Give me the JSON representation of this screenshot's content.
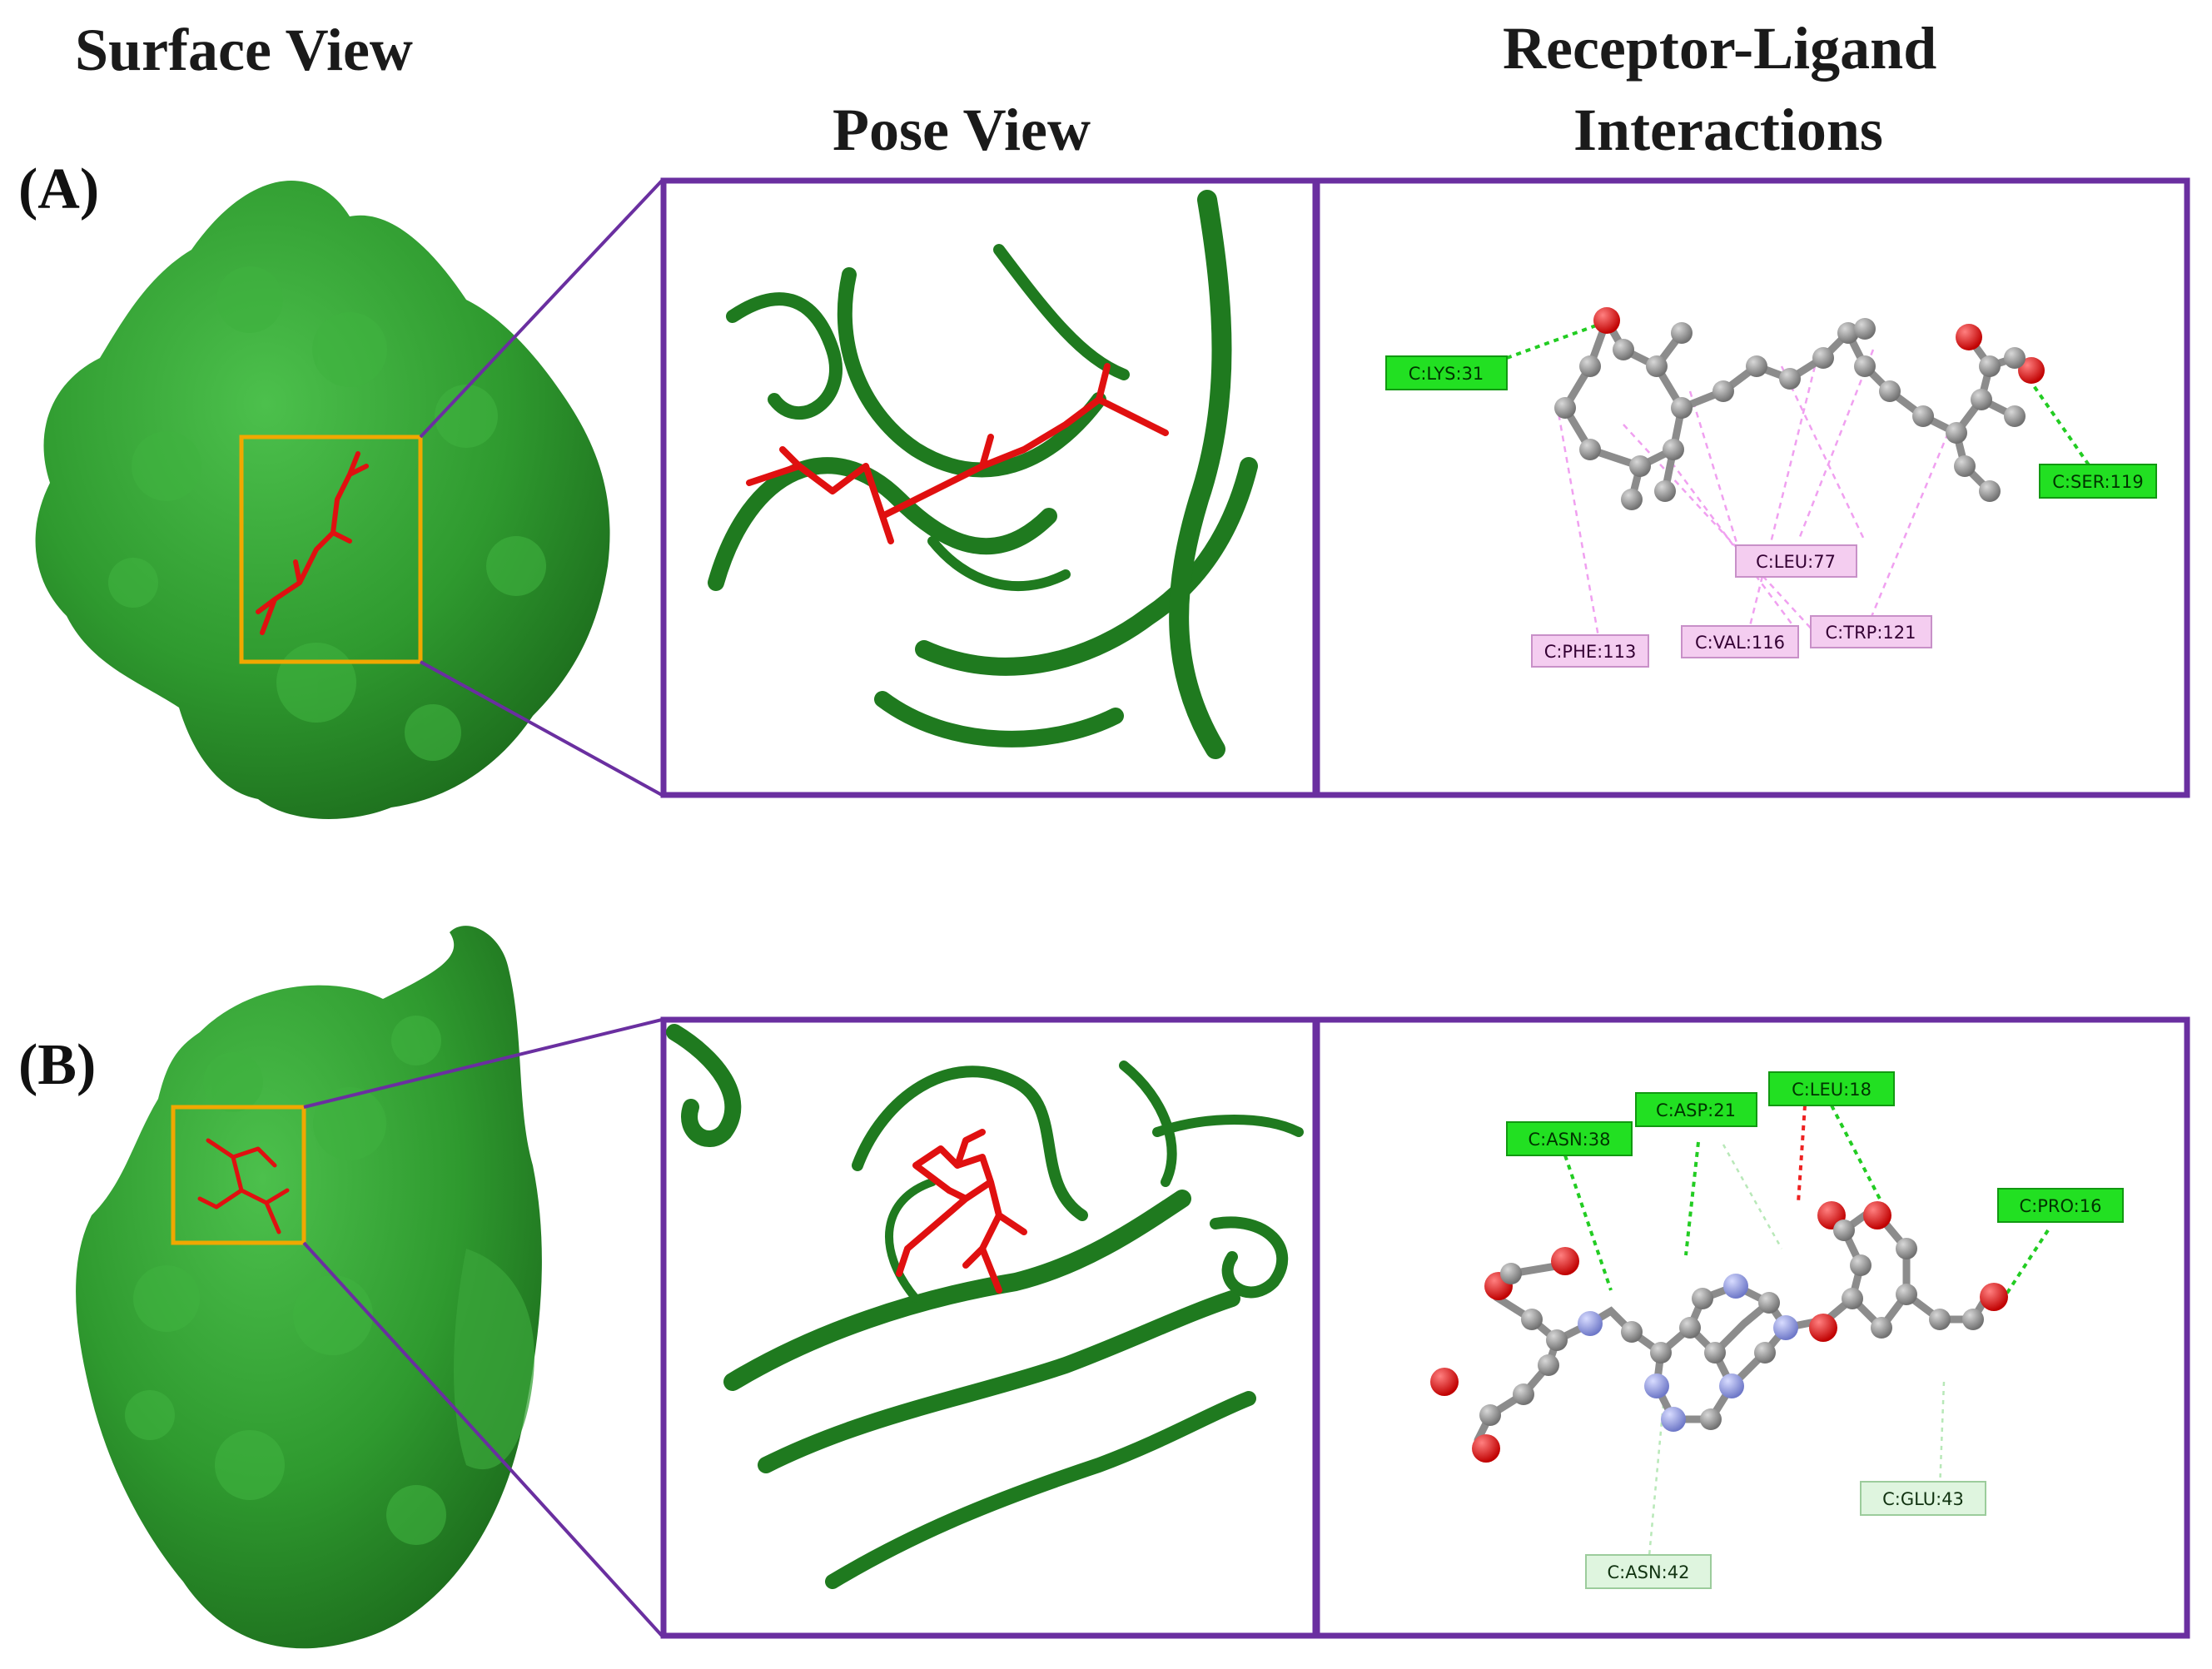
{
  "headings": {
    "surface": "Surface View",
    "pose": "Pose View",
    "interactions_line1": "Receptor-Ligand",
    "interactions_line2": "Interactions"
  },
  "panels": [
    {
      "letter": "(A)",
      "residues": [
        {
          "label": "C:LYS:31",
          "kind": "hbond"
        },
        {
          "label": "C:SER:119",
          "kind": "hbond"
        },
        {
          "label": "C:LEU:77",
          "kind": "hydrophobic"
        },
        {
          "label": "C:PHE:113",
          "kind": "hydrophobic"
        },
        {
          "label": "C:VAL:116",
          "kind": "hydrophobic"
        },
        {
          "label": "C:TRP:121",
          "kind": "hydrophobic"
        }
      ]
    },
    {
      "letter": "(B)",
      "residues": [
        {
          "label": "C:ASN:38",
          "kind": "hbond"
        },
        {
          "label": "C:ASP:21",
          "kind": "hbond"
        },
        {
          "label": "C:LEU:18",
          "kind": "hbond"
        },
        {
          "label": "C:PRO:16",
          "kind": "hbond"
        },
        {
          "label": "C:GLU:43",
          "kind": "vdw"
        },
        {
          "label": "C:ASN:42",
          "kind": "vdw"
        }
      ]
    }
  ],
  "colors": {
    "frame": "#6a2fa0",
    "highlight_box": "#f0a800",
    "protein_surface": "#2f9a2f",
    "protein_ribbon": "#1f7a1f",
    "ligand_stick": "#e01010",
    "carbon_atom": "#8c8c8c",
    "oxygen_atom": "#e02020",
    "nitrogen_atom": "#8f9ae0",
    "hbond_label_bg": "#22e022",
    "hydrophobic_label_bg": "#f4cdf0",
    "vdw_label_bg": "#dff5df"
  }
}
